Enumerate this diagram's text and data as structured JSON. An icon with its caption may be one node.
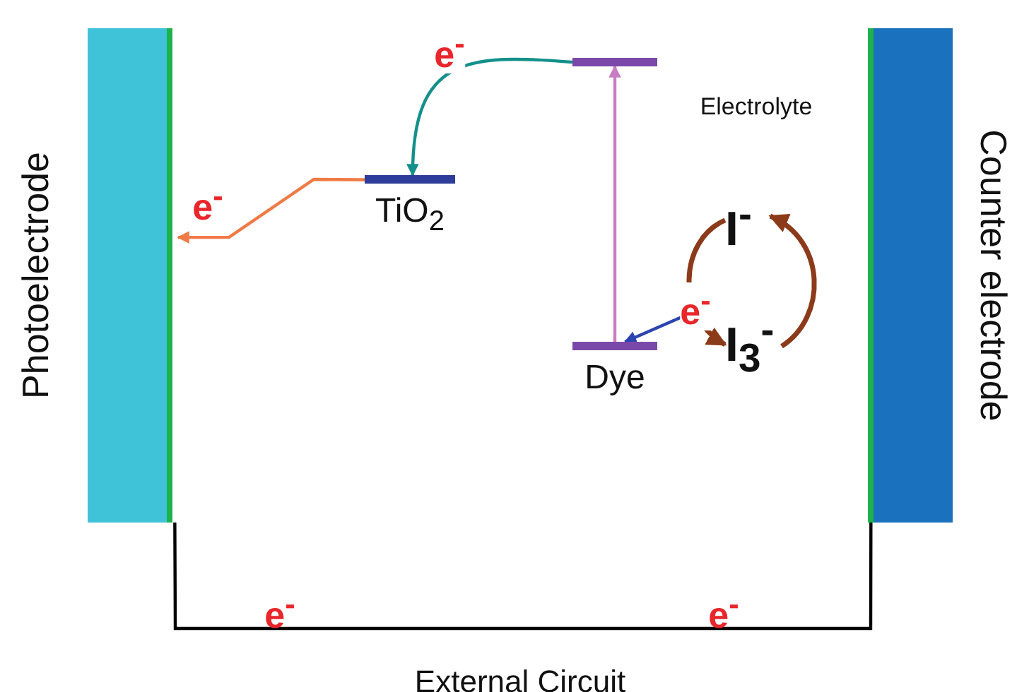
{
  "diagram": {
    "nodes": [
      {
        "text": [
          "Photoelectrode"
        ]
      },
      {
        "text": [
          "Counter electrode"
        ]
      },
      {
        "text": [
          "TiO$_{2}$"
        ]
      },
      {
        "text": [],
        "shape": "bar"
      },
      {
        "text": [
          "Dye"
        ]
      },
      {
        "text": [
          "I$^{-}$"
        ]
      },
      {
        "text": [
          "I$_{3}$$^{-}$"
        ]
      }
    ],
    "edges": [
      {
        "from": 3,
        "to": 2,
        "arrow": "to",
        "label": "e$^{-}$",
        "color": "#14908c"
      },
      {
        "from": 2,
        "to": 0,
        "arrow": "to",
        "label": "e$^{-}$",
        "color": "#f07a45"
      },
      {
        "from": 4,
        "to": 3,
        "arrow": "to",
        "color": "#c77cc4"
      },
      {
        "from": null,
        "to": 4,
        "arrow": "to",
        "label": "e$^{-}$",
        "color": "#2c44b0"
      },
      {
        "from": 6,
        "to": 5,
        "arrow": "to",
        "color": "#8b3a1a"
      },
      {
        "from": 5,
        "to": 6,
        "arrow": "to",
        "color": "#8b3a1a"
      },
      {
        "from": 0,
        "to": 1,
        "arrow": "none",
        "label": "External Circuit",
        "color": "#000000"
      }
    ],
    "labels": [
      "Electrolyte",
      "e$^{-}$",
      "e$^{-}$"
    ]
  }
}
